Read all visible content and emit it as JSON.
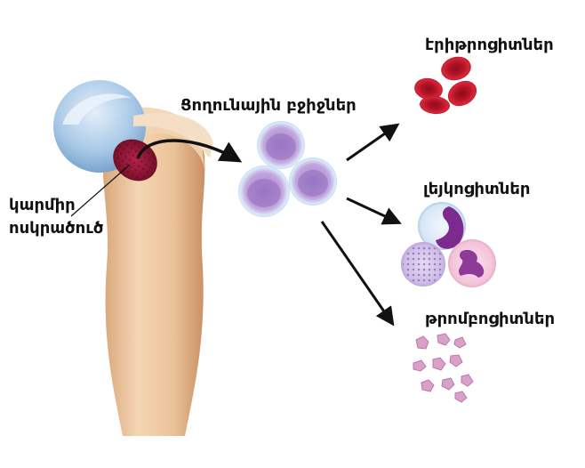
{
  "labels": {
    "stem_cells": "Ցողունային բջիջներ",
    "erythrocytes": "էրիթրոցիտներ",
    "leukocytes": "լեյկոցիտներ",
    "thrombocytes": "թրոմբոցիտներ",
    "marrow_line1": "կարմիր",
    "marrow_line2": "ոսկրածուծ"
  },
  "icons": {
    "bone": "femur-bone-icon",
    "marrow": "red-marrow-icon",
    "stem": "stem-cell-icon",
    "rbc": "red-blood-cell-icon",
    "wbc": "white-blood-cell-icon",
    "platelet": "platelet-icon",
    "arrow": "arrow-icon"
  },
  "colors": {
    "bone": "#ecc59e",
    "cartilage": "#a9cbe9",
    "marrow": "#8c1230",
    "stem_cell": "#b79bd8",
    "rbc": "#c5152a",
    "wbc_nucleus": "#7c2a8e",
    "platelet": "#d9a0c8"
  }
}
